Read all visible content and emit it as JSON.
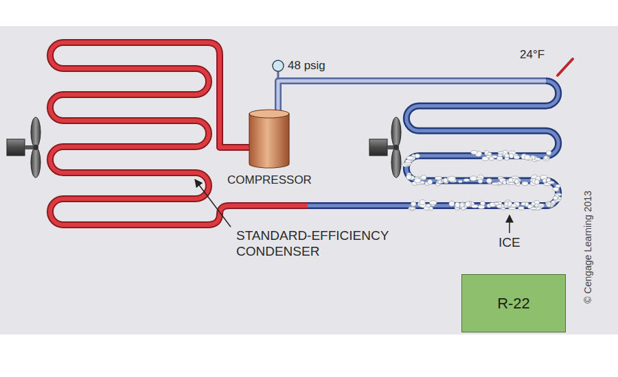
{
  "diagram": {
    "nodes": [
      {
        "text": [
          "COMPRESSOR"
        ]
      },
      {
        "text": [
          "R-22"
        ]
      }
    ],
    "labels": [
      "48 psig",
      "24°F",
      "STANDARD-EFFICIENCY CONDENSER",
      "ICE",
      "© Cengage Learning 2013"
    ]
  }
}
